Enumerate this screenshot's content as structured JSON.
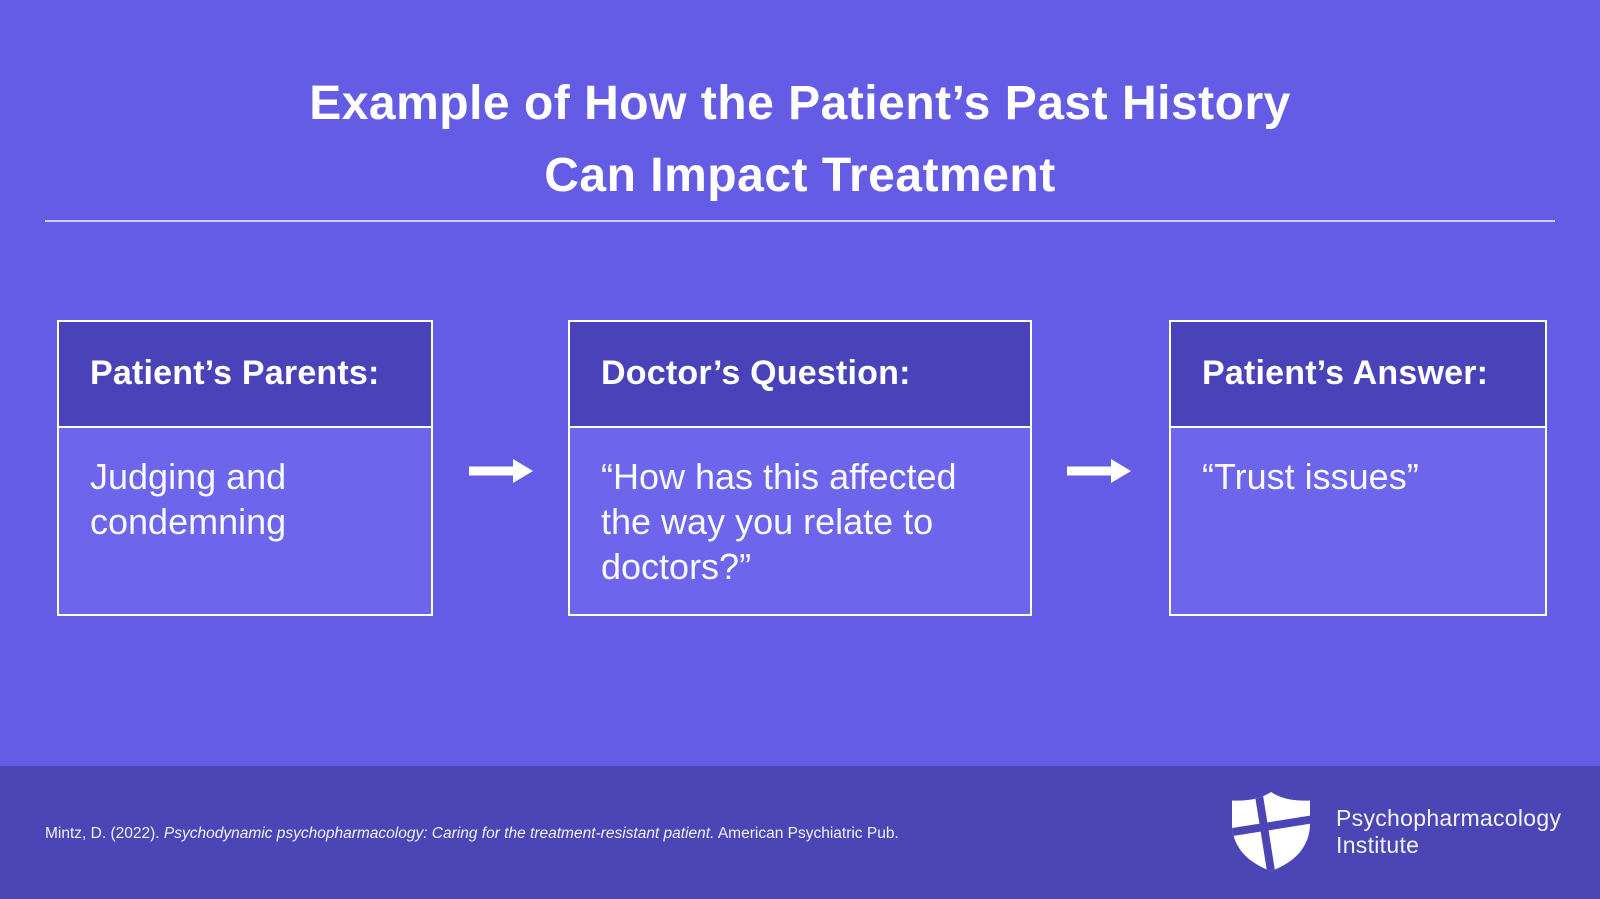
{
  "title": {
    "line1": "Example of How the Patient’s Past History",
    "line2": "Can Impact Treatment"
  },
  "flow": {
    "boxes": [
      {
        "header": "Patient’s Parents:",
        "body": "Judging and condemning"
      },
      {
        "header": "Doctor’s Question:",
        "body": "“How has this affected the way you relate to doctors?”"
      },
      {
        "header": "Patient’s Answer:",
        "body": "“Trust issues”"
      }
    ],
    "connector": "right-arrow"
  },
  "footer": {
    "citation": {
      "prefix": "Mintz, D. (2022). ",
      "book_title": "Psychodynamic psychopharmacology: Caring for the treatment-resistant patient.",
      "suffix": " American Psychiatric Pub."
    },
    "brand": {
      "line1": "Psychopharmacology",
      "line2": "Institute"
    }
  },
  "icons": {
    "arrow_right": "→",
    "logo_shield": "shield-with-cross"
  },
  "colors": {
    "background": "#655CE6",
    "box_header_bg": "#4A42B8",
    "box_body_bg": "#6D65EC",
    "footer_bg": "#4C45B5",
    "border": "#FFFFFF",
    "text": "#FFFFFF"
  }
}
